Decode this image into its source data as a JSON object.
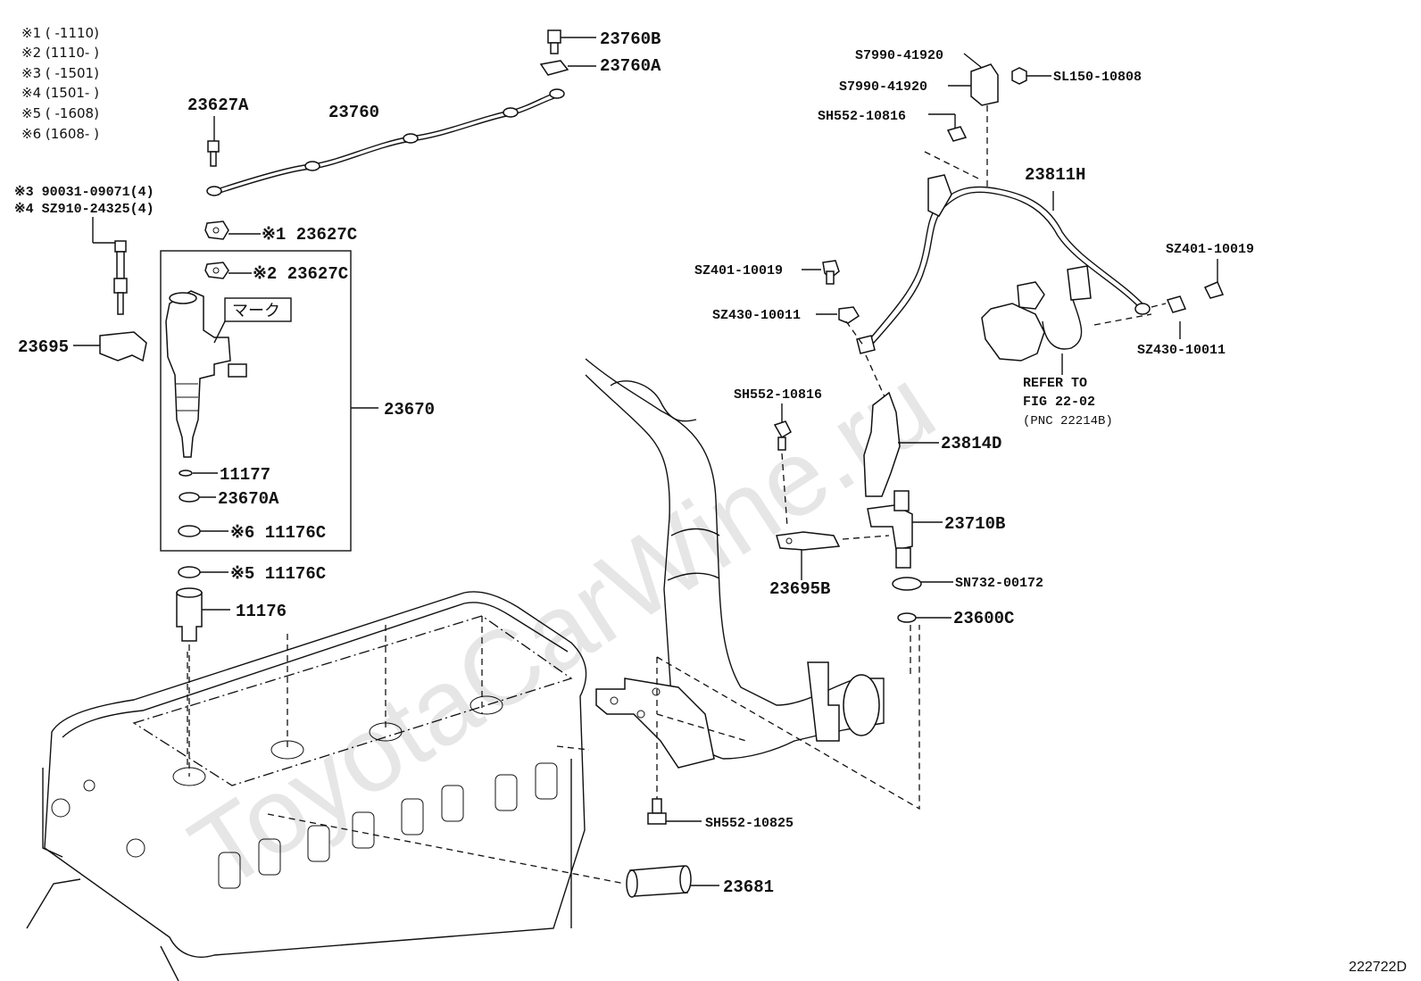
{
  "diagram_code": "222722D",
  "watermark": "ToyotaCarWine.ru",
  "legend": [
    "※1 (      -1110)",
    "※2 (1110-      )",
    "※3 (      -1501)",
    "※4 (1501-      )",
    "※5 (      -1608)",
    "※6 (1608-      )"
  ],
  "labels": {
    "p23760B": "23760B",
    "p23760A": "23760A",
    "p23760": "23760",
    "p23627A": "23627A",
    "p23627C_1": "※1 23627C",
    "p23627C_2": "※2 23627C",
    "p90031": "※3 90031-09071(4)",
    "pSZ910": "※4 SZ910-24325(4)",
    "p23695": "23695",
    "mark": "マーク",
    "p23670": "23670",
    "p11177": "11177",
    "p23670A": "23670A",
    "p11176C_6": "※6 11176C",
    "p11176C_5": "※5 11176C",
    "p11176": "11176",
    "pS7990a": "S7990-41920",
    "pS7990b": "S7990-41920",
    "pSL150": "SL150-10808",
    "pSH552a": "SH552-10816",
    "p23811H": "23811H",
    "pSZ401a": "SZ401-10019",
    "pSZ401b": "SZ401-10019",
    "pSZ430a": "SZ430-10011",
    "pSZ430b": "SZ430-10011",
    "refer1": "REFER TO",
    "refer2": "FIG 22-02",
    "refer3": "(PNC 22214B)",
    "pSH552b": "SH552-10816",
    "p23814D": "23814D",
    "p23710B": "23710B",
    "p23695B": "23695B",
    "pSN732": "SN732-00172",
    "p23600C": "23600C",
    "pSH552c": "SH552-10825",
    "p23681": "23681"
  }
}
